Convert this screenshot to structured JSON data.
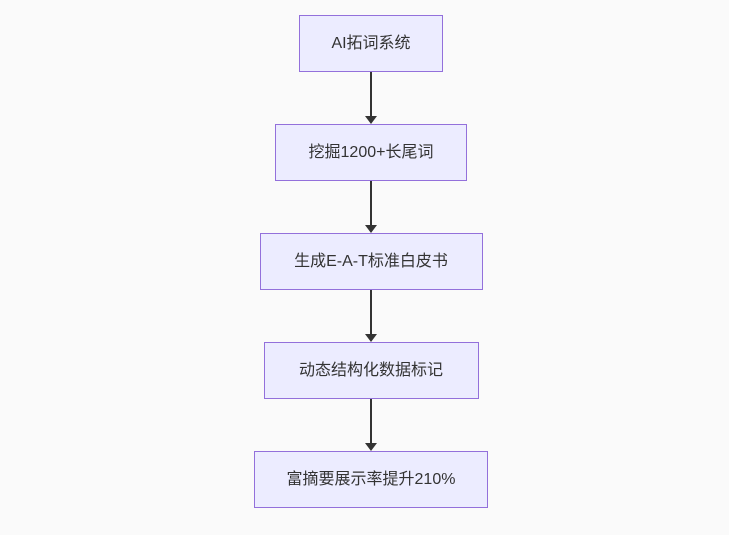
{
  "diagram": {
    "type": "flowchart-vertical",
    "nodes": [
      {
        "id": "node-1",
        "label": "AI拓词系统"
      },
      {
        "id": "node-2",
        "label": "挖掘1200+长尾词"
      },
      {
        "id": "node-3",
        "label": "生成E-A-T标准白皮书"
      },
      {
        "id": "node-4",
        "label": "动态结构化数据标记"
      },
      {
        "id": "node-5",
        "label": "富摘要展示率提升210%"
      }
    ],
    "edges": [
      {
        "from": "node-1",
        "to": "node-2"
      },
      {
        "from": "node-2",
        "to": "node-3"
      },
      {
        "from": "node-3",
        "to": "node-4"
      },
      {
        "from": "node-4",
        "to": "node-5"
      }
    ],
    "colors": {
      "node_fill": "#ECECFF",
      "node_border": "#9370DB",
      "arrow": "#333333",
      "text": "#333333",
      "background": "#fafafa"
    }
  }
}
